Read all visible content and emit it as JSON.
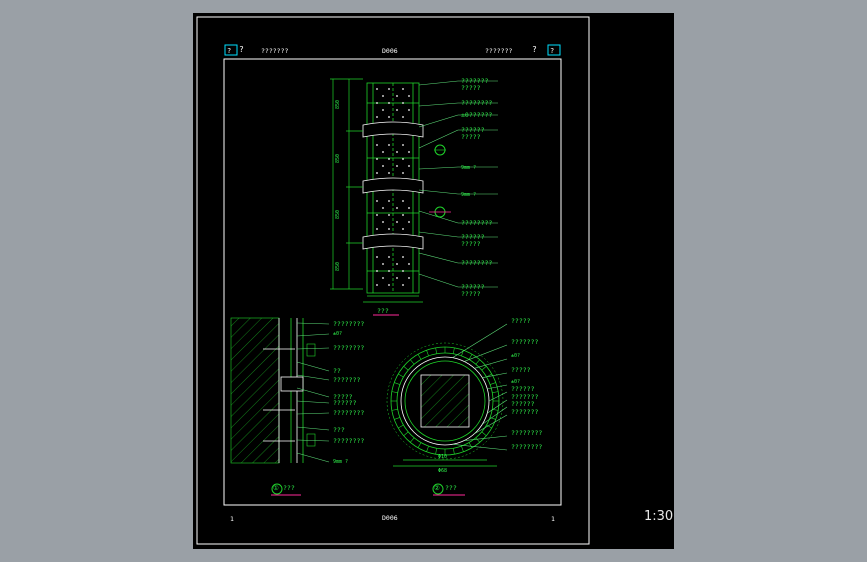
{
  "header": {
    "left_q": "?",
    "left_text": "???????",
    "center_code": "D006",
    "right_text": "???????",
    "right_q": "?"
  },
  "footer": {
    "left_num": "1",
    "center_code": "D006",
    "right_num": "1"
  },
  "scale_text": "1:30",
  "column_callouts": [
    "??????? ?????",
    "????????",
    "±0??????",
    "?????? ?????",
    "9mm ?",
    "9mm ?",
    "????????",
    "?????? ?????",
    "????????",
    "?????? ?????"
  ],
  "column_title": "???",
  "section_callouts": [
    "????????",
    "±0?",
    "????????",
    "??",
    "???????",
    "?????",
    "??????",
    "????????",
    "???",
    "????????",
    "9mm ?"
  ],
  "section_title": "???",
  "section_bubble": "①",
  "plan_callouts": [
    "?????",
    "???????",
    "±0?",
    "?????",
    "±0?",
    "??????",
    "???????",
    "??????",
    "???????",
    "????????",
    "????????"
  ],
  "plan_dims": {
    "inner": "Φ10",
    "outer": "Φ68"
  },
  "plan_title": "???",
  "plan_bubble": "②",
  "column_dims": [
    "850",
    "850",
    "850",
    "850"
  ],
  "colors": {
    "line": "#1fd32a",
    "text": "#2ef04a",
    "white": "#ffffff",
    "accent": "#ff2a9a",
    "leader": "#5ee07a"
  }
}
